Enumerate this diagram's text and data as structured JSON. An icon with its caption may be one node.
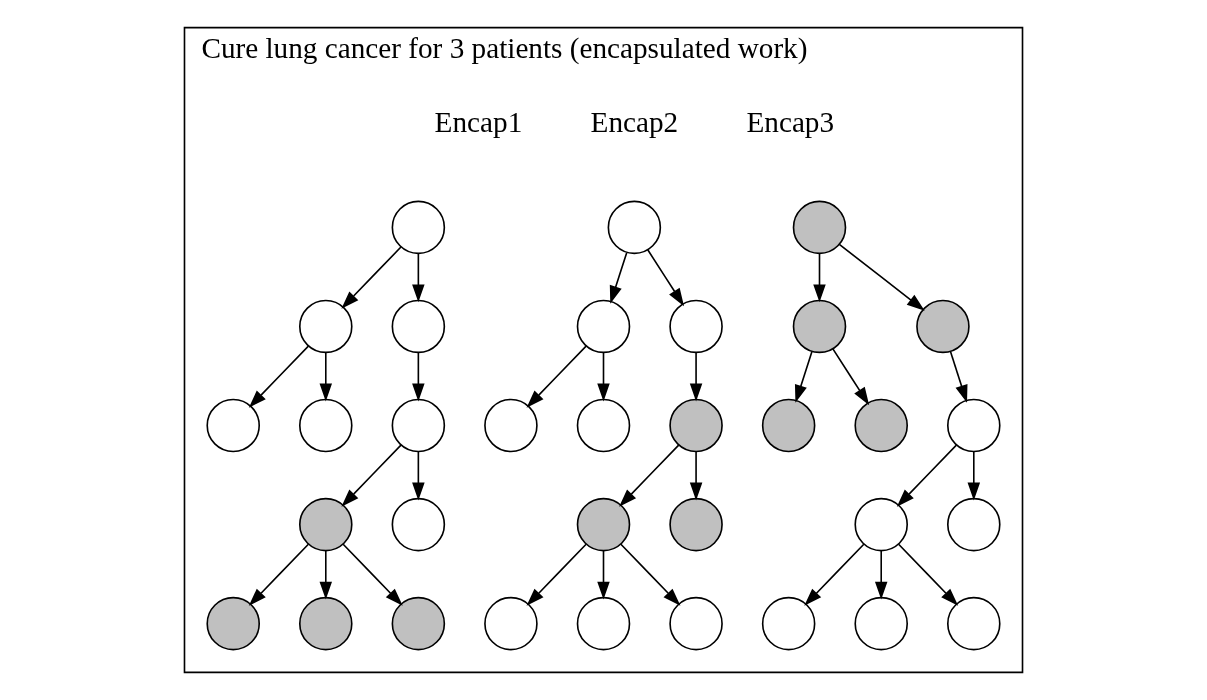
{
  "diagram": {
    "nodes": [
      {
        "text": [
          "Cure lung cancer for 3 patients (encapsulated work)"
        ]
      },
      {
        "text": [],
        "shape": "circle",
        "in": 0
      },
      {
        "text": [],
        "shape": "circle",
        "in": 0
      },
      {
        "text": [],
        "shape": "circle",
        "in": 0
      },
      {
        "text": [],
        "shape": "circle",
        "in": 0
      },
      {
        "text": [],
        "shape": "circle",
        "in": 0
      },
      {
        "text": [],
        "shape": "circle",
        "in": 0
      },
      {
        "text": [],
        "shape": "circle",
        "in": 0
      },
      {
        "text": [],
        "shape": "circle",
        "in": 0
      },
      {
        "text": [],
        "shape": "circle",
        "in": 0
      },
      {
        "text": [],
        "shape": "circle",
        "in": 0
      },
      {
        "text": [],
        "shape": "circle",
        "in": 0
      },
      {
        "text": [],
        "shape": "circle",
        "in": 0
      },
      {
        "text": [],
        "shape": "circle",
        "in": 0
      },
      {
        "text": [],
        "shape": "circle",
        "in": 0
      },
      {
        "text": [],
        "shape": "circle",
        "in": 0
      },
      {
        "text": [],
        "shape": "circle",
        "in": 0
      },
      {
        "text": [],
        "shape": "circle",
        "in": 0
      },
      {
        "text": [],
        "shape": "circle",
        "in": 0
      },
      {
        "text": [],
        "shape": "circle",
        "in": 0
      },
      {
        "text": [],
        "shape": "circle",
        "in": 0
      },
      {
        "text": [],
        "shape": "circle",
        "in": 0
      },
      {
        "text": [],
        "shape": "circle",
        "in": 0
      },
      {
        "text": [],
        "shape": "circle",
        "in": 0
      },
      {
        "text": [],
        "shape": "circle",
        "in": 0
      },
      {
        "text": [],
        "shape": "circle",
        "in": 0
      },
      {
        "text": [],
        "shape": "circle",
        "in": 0
      },
      {
        "text": [],
        "shape": "circle",
        "in": 0
      },
      {
        "text": [],
        "shape": "circle",
        "in": 0
      },
      {
        "text": [],
        "shape": "circle",
        "in": 0
      },
      {
        "text": [],
        "shape": "circle",
        "in": 0
      },
      {
        "text": [],
        "shape": "circle",
        "in": 0
      },
      {
        "text": [],
        "shape": "circle",
        "in": 0
      },
      {
        "text": [],
        "shape": "circle",
        "in": 0
      }
    ],
    "edges": [
      {
        "from": 1,
        "to": 2,
        "arrow": "to"
      },
      {
        "from": 1,
        "to": 3,
        "arrow": "to"
      },
      {
        "from": 2,
        "to": 4,
        "arrow": "to"
      },
      {
        "from": 2,
        "to": 5,
        "arrow": "to"
      },
      {
        "from": 3,
        "to": 6,
        "arrow": "to"
      },
      {
        "from": 6,
        "to": 7,
        "arrow": "to"
      },
      {
        "from": 6,
        "to": 8,
        "arrow": "to"
      },
      {
        "from": 7,
        "to": 9,
        "arrow": "to"
      },
      {
        "from": 7,
        "to": 10,
        "arrow": "to"
      },
      {
        "from": 7,
        "to": 11,
        "arrow": "to"
      },
      {
        "from": 12,
        "to": 13,
        "arrow": "to"
      },
      {
        "from": 12,
        "to": 14,
        "arrow": "to"
      },
      {
        "from": 13,
        "to": 15,
        "arrow": "to"
      },
      {
        "from": 13,
        "to": 16,
        "arrow": "to"
      },
      {
        "from": 14,
        "to": 17,
        "arrow": "to"
      },
      {
        "from": 17,
        "to": 18,
        "arrow": "to"
      },
      {
        "from": 17,
        "to": 19,
        "arrow": "to"
      },
      {
        "from": 18,
        "to": 20,
        "arrow": "to"
      },
      {
        "from": 18,
        "to": 21,
        "arrow": "to"
      },
      {
        "from": 18,
        "to": 22,
        "arrow": "to"
      },
      {
        "from": 23,
        "to": 24,
        "arrow": "to"
      },
      {
        "from": 23,
        "to": 25,
        "arrow": "to"
      },
      {
        "from": 24,
        "to": 26,
        "arrow": "to"
      },
      {
        "from": 24,
        "to": 27,
        "arrow": "to"
      },
      {
        "from": 25,
        "to": 28,
        "arrow": "to"
      },
      {
        "from": 28,
        "to": 29,
        "arrow": "to"
      },
      {
        "from": 28,
        "to": 30,
        "arrow": "to"
      },
      {
        "from": 29,
        "to": 31,
        "arrow": "to"
      },
      {
        "from": 29,
        "to": 32,
        "arrow": "to"
      },
      {
        "from": 29,
        "to": 33,
        "arrow": "to"
      }
    ],
    "labels": [
      "Encap1",
      "Encap2",
      "Encap3"
    ]
  }
}
